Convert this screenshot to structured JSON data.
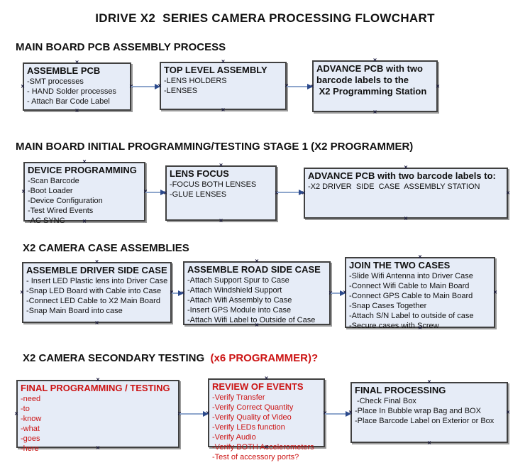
{
  "title": "IDRIVE X2  SERIES CAMERA PROCESSING FLOWCHART",
  "icons": {
    "connection_point": "×"
  },
  "colors": {
    "box_fill": "#e6ecf7",
    "box_border": "#404040",
    "box_shadow": "#9b9b9b",
    "connector_line": "#8ea6cc",
    "arrowhead": "#2c4a8c",
    "red_text": "#cc1414",
    "text": "#111111"
  },
  "sections": [
    {
      "header": "MAIN BOARD PCB ASSEMBLY PROCESS",
      "boxes": [
        {
          "title": "ASSEMBLE PCB",
          "lines": [
            "-SMT processes",
            "- HAND Solder processes",
            "- Attach Bar Code Label"
          ]
        },
        {
          "title": "TOP LEVEL ASSEMBLY",
          "lines": [
            "-LENS HOLDERS",
            "-LENSES"
          ]
        },
        {
          "title": "ADVANCE PCB with two",
          "lines": [
            "barcode labels to the",
            " X2 Programming Station"
          ]
        }
      ]
    },
    {
      "header": "MAIN BOARD INITIAL PROGRAMMING/TESTING STAGE 1 (X2 PROGRAMMER)",
      "boxes": [
        {
          "title": "DEVICE PROGRAMMING",
          "lines": [
            "-Scan Barcode",
            "-Boot Loader",
            "-Device Configuration",
            "-Test Wired Events",
            "-AC SYNC"
          ]
        },
        {
          "title": "LENS FOCUS",
          "lines": [
            "-FOCUS BOTH LENSES",
            "-GLUE LENSES"
          ]
        },
        {
          "title": "ADVANCE PCB with two barcode labels to:",
          "lines": [
            "-X2 DRIVER  SIDE  CASE  ASSEMBLY STATION"
          ]
        }
      ]
    },
    {
      "header": "X2 CAMERA CASE ASSEMBLIES",
      "boxes": [
        {
          "title": "ASSEMBLE DRIVER SIDE CASE",
          "lines": [
            "- Insert LED Plastic lens into Driver Case",
            "-Snap LED Board with Cable into Case",
            "-Connect LED Cable to X2 Main Board",
            "-Snap Main Board into case"
          ]
        },
        {
          "title": "ASSEMBLE ROAD SIDE CASE",
          "lines": [
            "-Attach Support Spur to Case",
            "-Attach Windshield Support",
            "-Attach Wifi Assembly to Case",
            "-Insert GPS Module into Case",
            "-Attach Wifi Label to Outside of Case"
          ]
        },
        {
          "title": "JOIN THE TWO CASES",
          "lines": [
            "-Slide Wifi Antenna into Driver Case",
            "-Connect Wifi Cable to Main Board",
            "-Connect GPS Cable to Main Board",
            "-Snap Cases Together",
            "-Attach S/N Label to outside of case",
            "-Secure cases with Screw"
          ]
        }
      ]
    },
    {
      "header": "X2 CAMERA SECONDARY TESTING  ",
      "header_red": "(x6 PROGRAMMER)?",
      "boxes": [
        {
          "title": "FINAL PROGRAMMING / TESTING",
          "lines": [
            "-need",
            "-to",
            "-know",
            "-what",
            "-goes",
            "-here"
          ]
        },
        {
          "title": "REVIEW OF EVENTS",
          "lines": [
            "-Verify Transfer",
            "-Verify Correct Quantity",
            "-Verify Quality of Video",
            "-Verify LEDs function",
            "-Verify Audio",
            "-Verify BOTH Accelerometers",
            "-Test of accessory ports?"
          ]
        },
        {
          "title": "FINAL PROCESSING",
          "lines": [
            " -Check Final Box",
            "-Place In Bubble wrap Bag and BOX",
            "-Place Barcode Label on Exterior or Box"
          ]
        }
      ]
    }
  ]
}
